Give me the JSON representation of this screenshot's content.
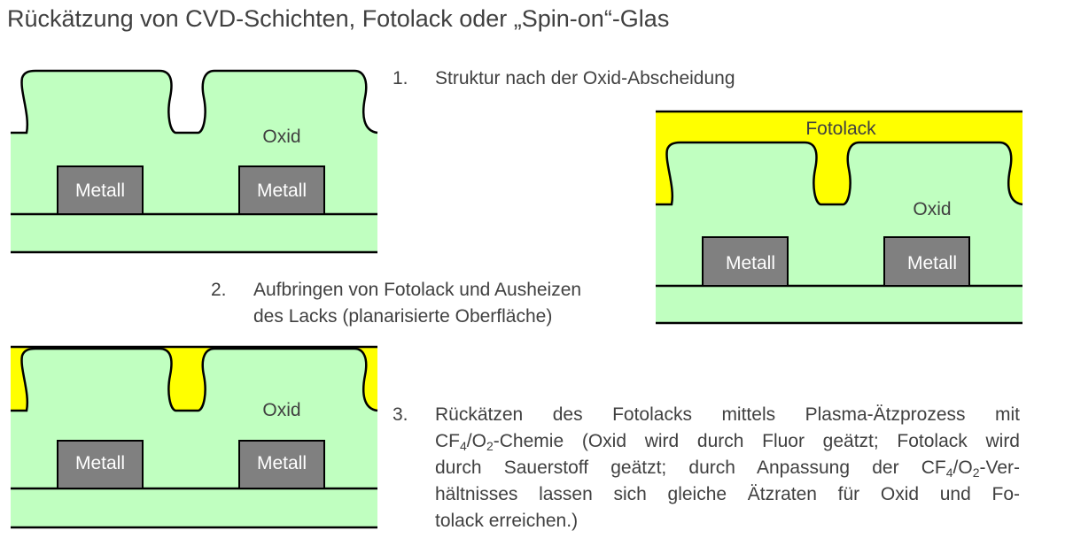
{
  "title": "Rückätzung von CVD-Schichten, Fotolack oder „Spin-on“-Glas",
  "steps": [
    {
      "number": "1.",
      "text": "Struktur nach der Oxid-Abscheidung"
    },
    {
      "number": "2.",
      "lines": [
        "Aufbringen von Fotolack und Ausheizen",
        "des Lacks (planarisierte Oberfläche)"
      ]
    },
    {
      "number": "3.",
      "line1": "Rückätzen des Fotolacks mittels Plasma-Ätzprozess mit",
      "line2_a": "CF",
      "line2_b": "/O",
      "line2_c": "-Chemie (Oxid wird durch Fluor geätzt; Fotolack wird",
      "line3_a": "durch Sauerstoff geätzt; durch Anpassung der CF",
      "line3_b": "/O",
      "line3_c": "-Ver-",
      "line4": "hältnisses lassen sich gleiche Ätzraten für Oxid und Fo-",
      "line5": "tolack erreichen.)",
      "sub4": "4",
      "sub2": "2"
    }
  ],
  "diagrams": {
    "d1": {
      "oxide_label": "Oxid",
      "metal_labels": [
        "Metall",
        "Metall"
      ]
    },
    "d2": {
      "resist_label": "Fotolack",
      "oxide_label": "Oxid",
      "metal_labels": [
        "Metall",
        "Metall"
      ]
    },
    "d3": {
      "oxide_label": "Oxid",
      "metal_labels": [
        "Metall",
        "Metall"
      ]
    }
  },
  "colors": {
    "oxide": "#c0ffc0",
    "resist": "#ffff00",
    "metal": "#808080",
    "outline": "#000000"
  }
}
